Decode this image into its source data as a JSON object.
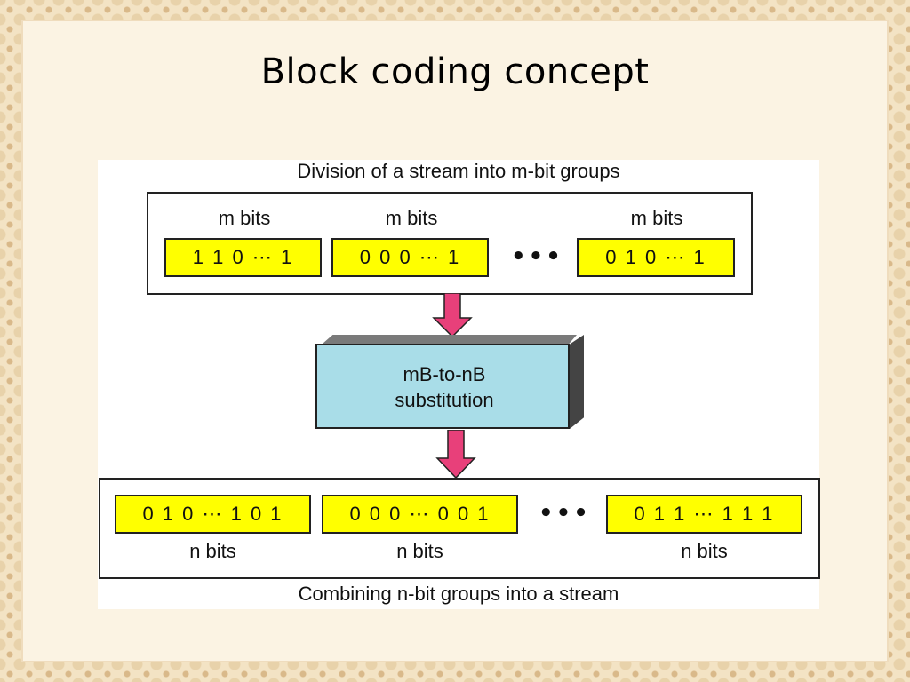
{
  "slide": {
    "title": "Block coding concept"
  },
  "diagram": {
    "top_caption": "Division of a stream into m-bit groups",
    "bottom_caption": "Combining n-bit groups into a stream",
    "input_groups": [
      {
        "label": "m bits",
        "value": "1 1 0  ⋯ 1"
      },
      {
        "label": "m bits",
        "value": "0 0 0 ⋯ 1"
      },
      {
        "label": "m bits",
        "value": "0 1 0  ⋯ 1"
      }
    ],
    "ellipsis": "•••",
    "substitution": {
      "line1": "mB-to-nB",
      "line2": "substitution"
    },
    "output_groups": [
      {
        "label": "n bits",
        "value": "0 1 0  ⋯ 1 0 1"
      },
      {
        "label": "n bits",
        "value": "0 0 0  ⋯ 0 0 1"
      },
      {
        "label": "n bits",
        "value": "0 1 1  ⋯ 1 1 1"
      }
    ],
    "colors": {
      "bits_fill": "#ffff00",
      "substitution_fill": "#a9dde8",
      "arrow": "#e8407a"
    }
  }
}
